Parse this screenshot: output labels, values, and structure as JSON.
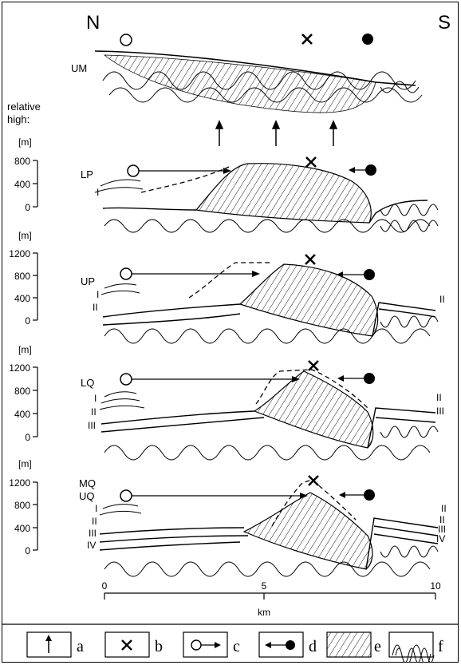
{
  "compass": {
    "north": "N",
    "south": "S"
  },
  "axis_title": {
    "line1": "relative",
    "line2": "high:"
  },
  "unit": "[m]",
  "panels": [
    {
      "id": "um",
      "label": "UM",
      "label2": "",
      "ticks": []
    },
    {
      "id": "lp",
      "label": "LP",
      "label2": "",
      "ticks": [
        "800",
        "400",
        "0"
      ]
    },
    {
      "id": "up",
      "label": "UP",
      "label2": "",
      "ticks": [
        "1200",
        "800",
        "400",
        "0"
      ]
    },
    {
      "id": "lq",
      "label": "LQ",
      "label2": "",
      "ticks": [
        "1200",
        "800",
        "400",
        "0"
      ]
    },
    {
      "id": "mq",
      "label": "MQ",
      "label2": "UQ",
      "ticks": [
        "1200",
        "800",
        "400",
        "0"
      ]
    }
  ],
  "terrace_labels": {
    "i": "I",
    "ii": "II",
    "iii": "III",
    "iv": "IV"
  },
  "scale": {
    "ticks": [
      "0",
      "5",
      "10"
    ],
    "unit": "km"
  },
  "legend": [
    {
      "key": "a",
      "icon": "uplift-arrow-icon"
    },
    {
      "key": "b",
      "icon": "cross-icon"
    },
    {
      "key": "c",
      "icon": "open-circle-arrow-icon"
    },
    {
      "key": "d",
      "icon": "filled-circle-arrow-icon"
    },
    {
      "key": "e",
      "icon": "dipping-strata-pattern-icon"
    },
    {
      "key": "f",
      "icon": "folded-strata-pattern-icon"
    }
  ]
}
